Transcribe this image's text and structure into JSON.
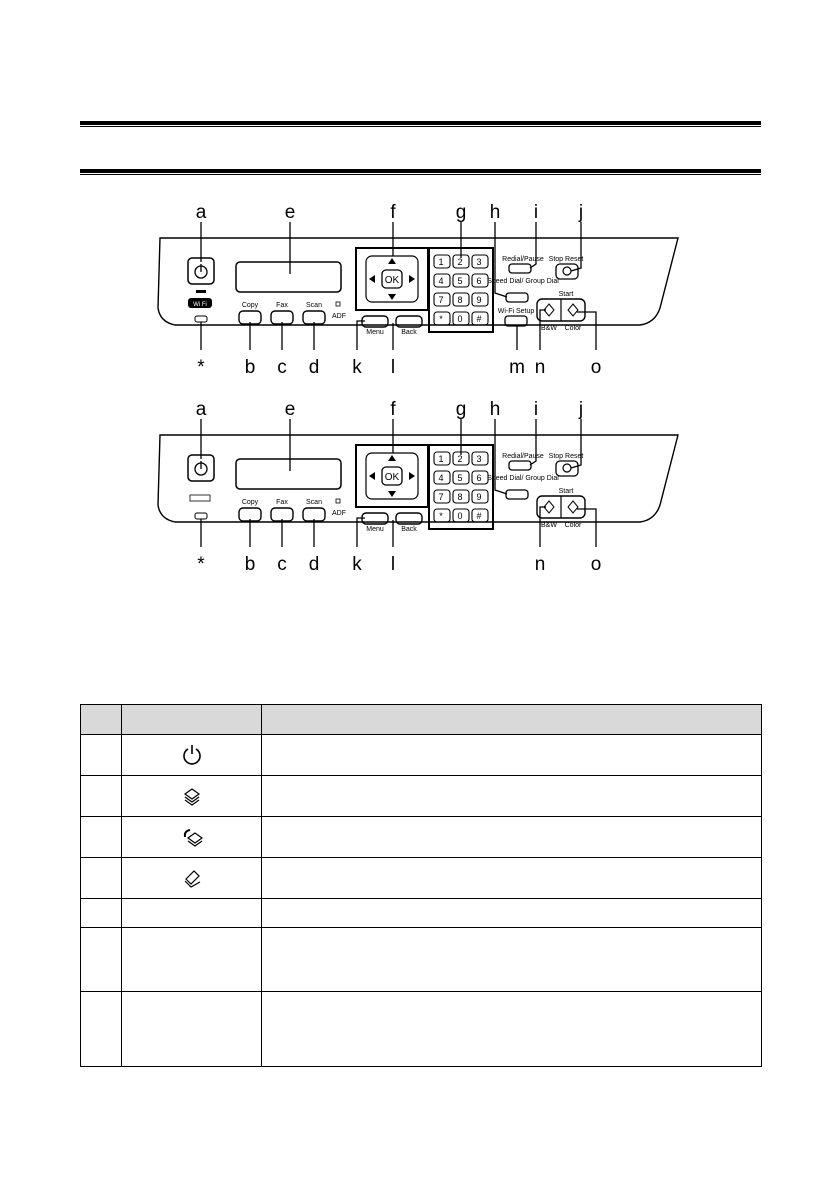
{
  "diagram": {
    "callouts_top": [
      "a",
      "e",
      "f",
      "g",
      "h",
      "i",
      "j",
      "*",
      "b",
      "c",
      "d",
      "k",
      "l",
      "m",
      "n",
      "o"
    ],
    "callouts_bottom": [
      "a",
      "e",
      "f",
      "g",
      "h",
      "i",
      "j",
      "*",
      "b",
      "c",
      "d",
      "k",
      "l",
      "n",
      "o"
    ],
    "labels": {
      "copy": "Copy",
      "fax": "Fax",
      "scan": "Scan",
      "adf": "ADF",
      "menu": "Menu",
      "back": "Back",
      "ok": "OK",
      "redial": "Redial/Pause",
      "speed_dial": "Speed Dial/ Group Dial",
      "stop_reset": "Stop Reset",
      "start": "Start",
      "bw": "B&W",
      "color": "Color",
      "wifi_setup": "Wi-Fi Setup",
      "wifi": "Wi Fi"
    },
    "keypad": [
      "1",
      "2",
      "3",
      "4",
      "5",
      "6",
      "7",
      "8",
      "9",
      "*",
      "0",
      "#"
    ]
  },
  "table": {
    "rows": [
      {
        "icon": "power-icon"
      },
      {
        "icon": "copy-icon"
      },
      {
        "icon": "fax-icon"
      },
      {
        "icon": "scan-icon"
      },
      {
        "icon": ""
      },
      {
        "icon": ""
      },
      {
        "icon": ""
      }
    ]
  }
}
